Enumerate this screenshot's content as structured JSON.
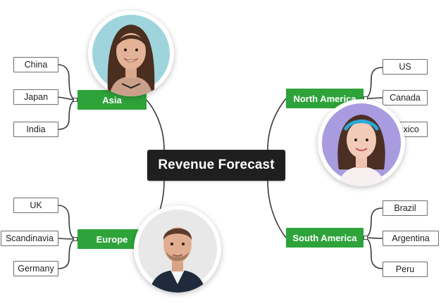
{
  "center": {
    "label": "Revenue Forecast"
  },
  "regions": {
    "asia": {
      "label": "Asia",
      "leaves": [
        "China",
        "Japan",
        "India"
      ]
    },
    "europe": {
      "label": "Europe",
      "leaves": [
        "UK",
        "Scandinavia",
        "Germany"
      ]
    },
    "north_america": {
      "label": "North America",
      "leaves": [
        "US",
        "Canada",
        "Mexico"
      ]
    },
    "south_america": {
      "label": "South America",
      "leaves": [
        "Brazil",
        "Argentina",
        "Peru"
      ]
    }
  },
  "avatars": [
    "woman-avatar",
    "man-avatar",
    "woman-headband-avatar"
  ],
  "colors": {
    "region": "#2ea33a",
    "center": "#1f1f1f",
    "line": "#3a3a3a"
  }
}
